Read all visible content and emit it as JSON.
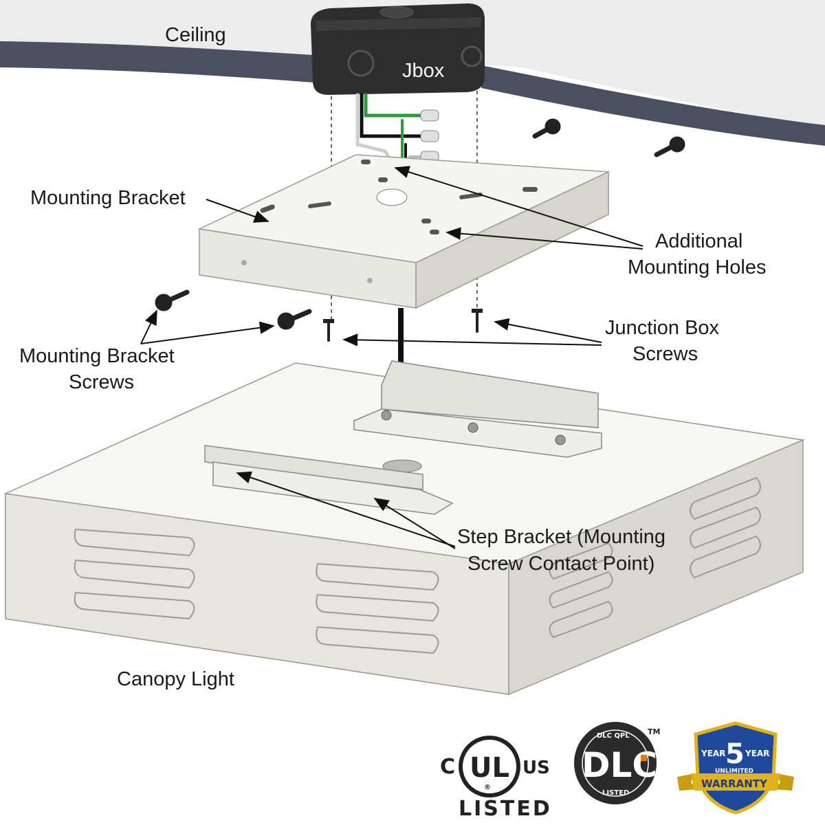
{
  "labels": {
    "ceiling": "Ceiling",
    "jbox": "Jbox",
    "mounting_bracket": "Mounting Bracket",
    "additional_holes_1": "Additional",
    "additional_holes_2": "Mounting Holes",
    "junction_screws_1": "Junction Box",
    "junction_screws_2": "Screws",
    "bracket_screws_1": "Mounting Bracket",
    "bracket_screws_2": "Screws",
    "step_bracket_1": "Step Bracket (Mounting",
    "step_bracket_2": "Screw Contact Point)",
    "canopy_light": "Canopy Light"
  },
  "badges": {
    "ul": {
      "c": "C",
      "ul": "UL",
      "us": "US",
      "r": "®",
      "listed": "LISTED"
    },
    "dlc": {
      "text": "DLC",
      "top": "DLC QPL",
      "bottom": "LISTED",
      "tm": "TM"
    },
    "warranty": {
      "year_left": "YEAR",
      "number": "5",
      "year_right": "YEAR",
      "unlimited": "UNLIMITED",
      "ribbon": "WARRANTY"
    }
  },
  "colors": {
    "ceiling": "#ececec",
    "ceiling_edge": "#4a5060",
    "jbox": "#2d2d2d",
    "metal": "#e9e9e4",
    "metal_side": "#d6d6cf",
    "wire_green": "#2f9a3c",
    "wire_black": "#111111",
    "shield_blue": "#1f4a9c",
    "ribbon_gold": "#e0b31d"
  }
}
